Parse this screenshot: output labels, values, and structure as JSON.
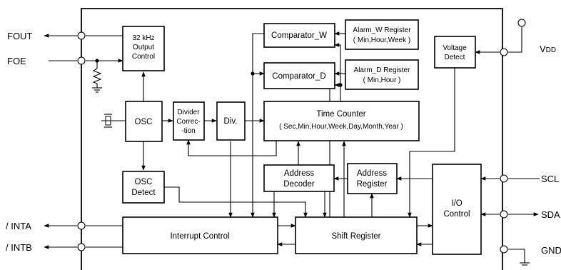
{
  "pins": {
    "fout": "FOUT",
    "foe": "FOE",
    "inta": "/ INTA",
    "intb": "/ INTB",
    "vdd_main": "V",
    "vdd_sub": "DD",
    "scl": "SCL",
    "sda": "SDA",
    "gnd": "GND"
  },
  "blocks": {
    "output_control": [
      "32 kHz",
      "Output",
      "Control"
    ],
    "osc": "OSC",
    "osc_detect": [
      "OSC",
      "Detect"
    ],
    "divider": [
      "Divider",
      "Correc-",
      "-tion"
    ],
    "div": "Div.",
    "comparator_w": "Comparator_W",
    "comparator_d": "Comparator_D",
    "alarm_w": [
      "Alarm_W Register",
      "( Min,Hour,Week )"
    ],
    "alarm_d": [
      "Alarm_D Register",
      "( Min,Hour )"
    ],
    "time_counter": [
      "Time Counter",
      "( Sec,Min,Hour,Week,Day,Month,Year )"
    ],
    "address_decoder": [
      "Address",
      "Decoder"
    ],
    "address_register": [
      "Address",
      "Register"
    ],
    "voltage_detect": [
      "Voltage",
      "Detect"
    ],
    "io_control": [
      "I/O",
      "Control"
    ],
    "interrupt_control": "Interrupt Control",
    "shift_register": "Shift Register"
  }
}
